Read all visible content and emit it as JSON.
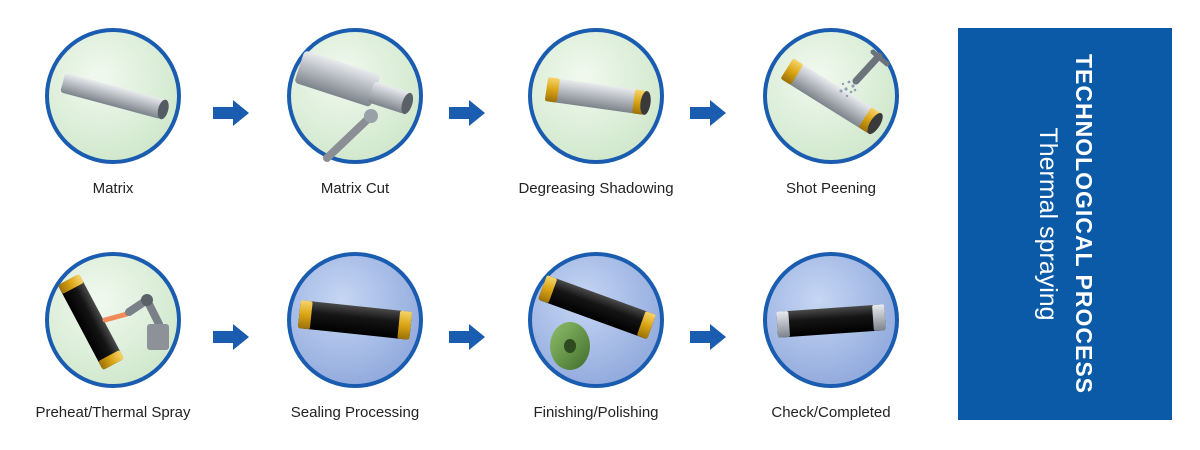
{
  "colors": {
    "ring": "#1a5cb0",
    "arrow": "#1a5cb0",
    "panel": "#0a5aa8",
    "bg_green": "#dcefd9",
    "bg_blue": "#a9bde6",
    "steel": "#b8bcc2",
    "gold": "#d9a413",
    "coating": "#111111"
  },
  "steps": [
    {
      "label": "Matrix",
      "icon": "steel-pipe-icon"
    },
    {
      "label": "Matrix Cut",
      "icon": "pipe-cutting-icon"
    },
    {
      "label": "Degreasing Shadowing",
      "icon": "masked-pipe-icon"
    },
    {
      "label": "Shot Peening",
      "icon": "shot-peening-icon"
    },
    {
      "label": "Preheat/Thermal Spray",
      "icon": "robot-spray-icon"
    },
    {
      "label": "Sealing Processing",
      "icon": "coated-pipe-icon"
    },
    {
      "label": "Finishing/Polishing",
      "icon": "polishing-wheel-icon"
    },
    {
      "label": "Check/Completed",
      "icon": "finished-roller-icon"
    }
  ],
  "panel": {
    "title": "TECHNOLOGICAL PROCESS",
    "subtitle": "Thermal spraying"
  }
}
